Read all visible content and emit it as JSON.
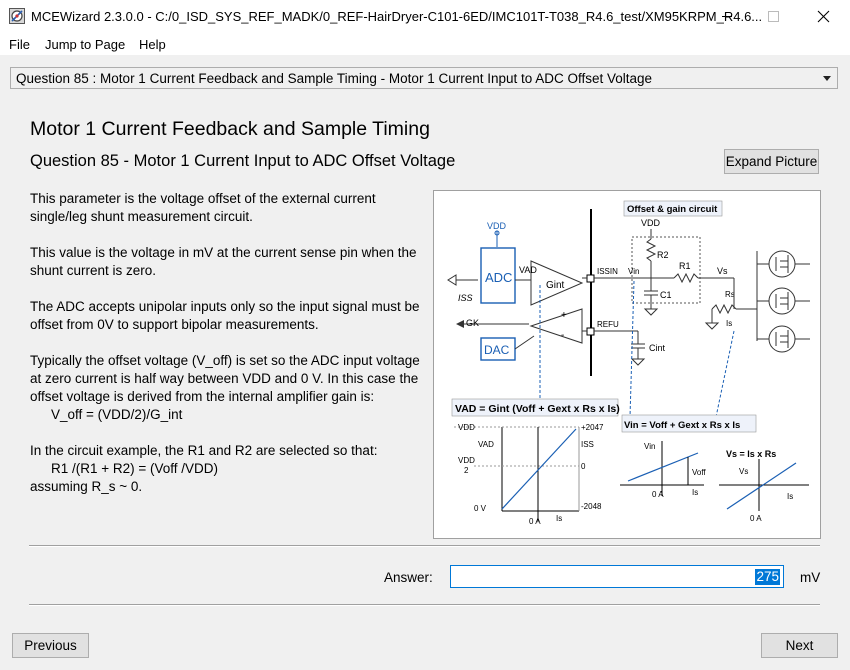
{
  "window": {
    "title": "MCEWizard 2.3.0.0  -  C:/0_ISD_SYS_REF_MADK/0_REF-HairDryer-C101-6ED/IMC101T-T038_R4.6_test/XM95KRPM_R4.6..."
  },
  "menu": {
    "file": "File",
    "jump": "Jump to Page",
    "help": "Help"
  },
  "question_select": {
    "value": "Question  85 : Motor 1 Current Feedback and Sample Timing - Motor 1 Current Input to ADC Offset Voltage"
  },
  "section_title": "Motor 1 Current Feedback and Sample Timing",
  "question_title": "Question 85 - Motor 1 Current Input to ADC Offset Voltage",
  "expand_button": "Expand Picture",
  "description": {
    "p1": "This parameter is the voltage offset of the external current single/leg shunt measurement circuit.",
    "p2": "This value is the voltage in mV at the current sense pin when the shunt current is zero.",
    "p3": "The ADC accepts unipolar inputs only so the input signal must be offset from 0V to support bipolar measurements.",
    "p4": "Typically the offset voltage (V_off) is set so the ADC input voltage at zero current is half way between VDD and 0 V. In this case the offset voltage is derived from the internal amplifier gain is:",
    "p4_formula": "V_off = (VDD/2)/G_int",
    "p5": "In the circuit example, the R1 and R2 are selected so that:",
    "p5_formula": "R1 /(R1 + R2) = (Voff /VDD)",
    "p5_tail": "assuming R_s ~ 0."
  },
  "diagram": {
    "offset_gain_label": "Offset & gain circuit",
    "vdd": "VDD",
    "adc": "ADC",
    "dac": "DAC",
    "vad": "VAD",
    "gint": "Gint",
    "iss_arrow": "ISS",
    "gk": "GK",
    "issin": "ISSIN",
    "vin": "Vin",
    "refu": "REFU",
    "r2": "R2",
    "r1": "R1",
    "c1": "C1",
    "cint": "Cint",
    "vs": "Vs",
    "rs": "Rs",
    "is_label": "Is",
    "plus": "+",
    "minus": "-",
    "eq1": "VAD = Gint (Voff + Gext x Rs x Is)",
    "eq2": "Vin = Voff + Gext x Rs x Is",
    "eq3": "Vs = Is x Rs",
    "g1_vdd": "VDD",
    "g1_vad": "VAD",
    "g1_vdd2_top": "VDD",
    "g1_vdd2_bot": "2",
    "g1_0v": "0 V",
    "g1_2047": "+2047",
    "g1_iss": "ISS",
    "g1_zero": "0",
    "g1_m2048": "-2048",
    "g1_0a": "0 A",
    "g1_is": "Is",
    "g2_vin": "Vin",
    "g2_voff": "Voff",
    "g2_0a": "0 A",
    "g2_is": "Is",
    "g3_vs": "Vs",
    "g3_is": "Is",
    "g3_0a": "0 A"
  },
  "answer": {
    "label": "Answer:",
    "value": "275",
    "unit": "mV"
  },
  "nav": {
    "previous": "Previous",
    "next": "Next"
  }
}
